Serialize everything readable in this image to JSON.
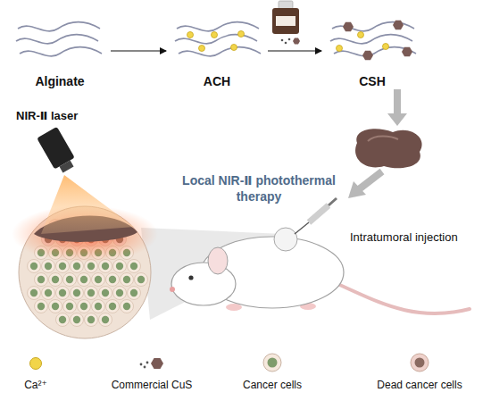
{
  "diagram": {
    "nodes": [
      {
        "text": [
          "Alginate"
        ]
      },
      {
        "text": [
          "ACH"
        ]
      },
      {
        "text": [
          "CSH"
        ]
      }
    ],
    "edges": [
      {
        "from": 0,
        "to": 1,
        "arrow": "to"
      },
      {
        "from": 1,
        "to": 2,
        "arrow": "to"
      }
    ],
    "labels": [
      "NIR-Ⅱ laser",
      "Local NIR-Ⅱ photothermal therapy",
      "Intratumoral injection"
    ],
    "legend": [
      {
        "text": "Ca²⁺",
        "color": "#f2d54a"
      },
      {
        "text": "Commercial CuS"
      },
      {
        "text": "Cancer cells"
      },
      {
        "text": "Dead cancer cells"
      }
    ]
  }
}
